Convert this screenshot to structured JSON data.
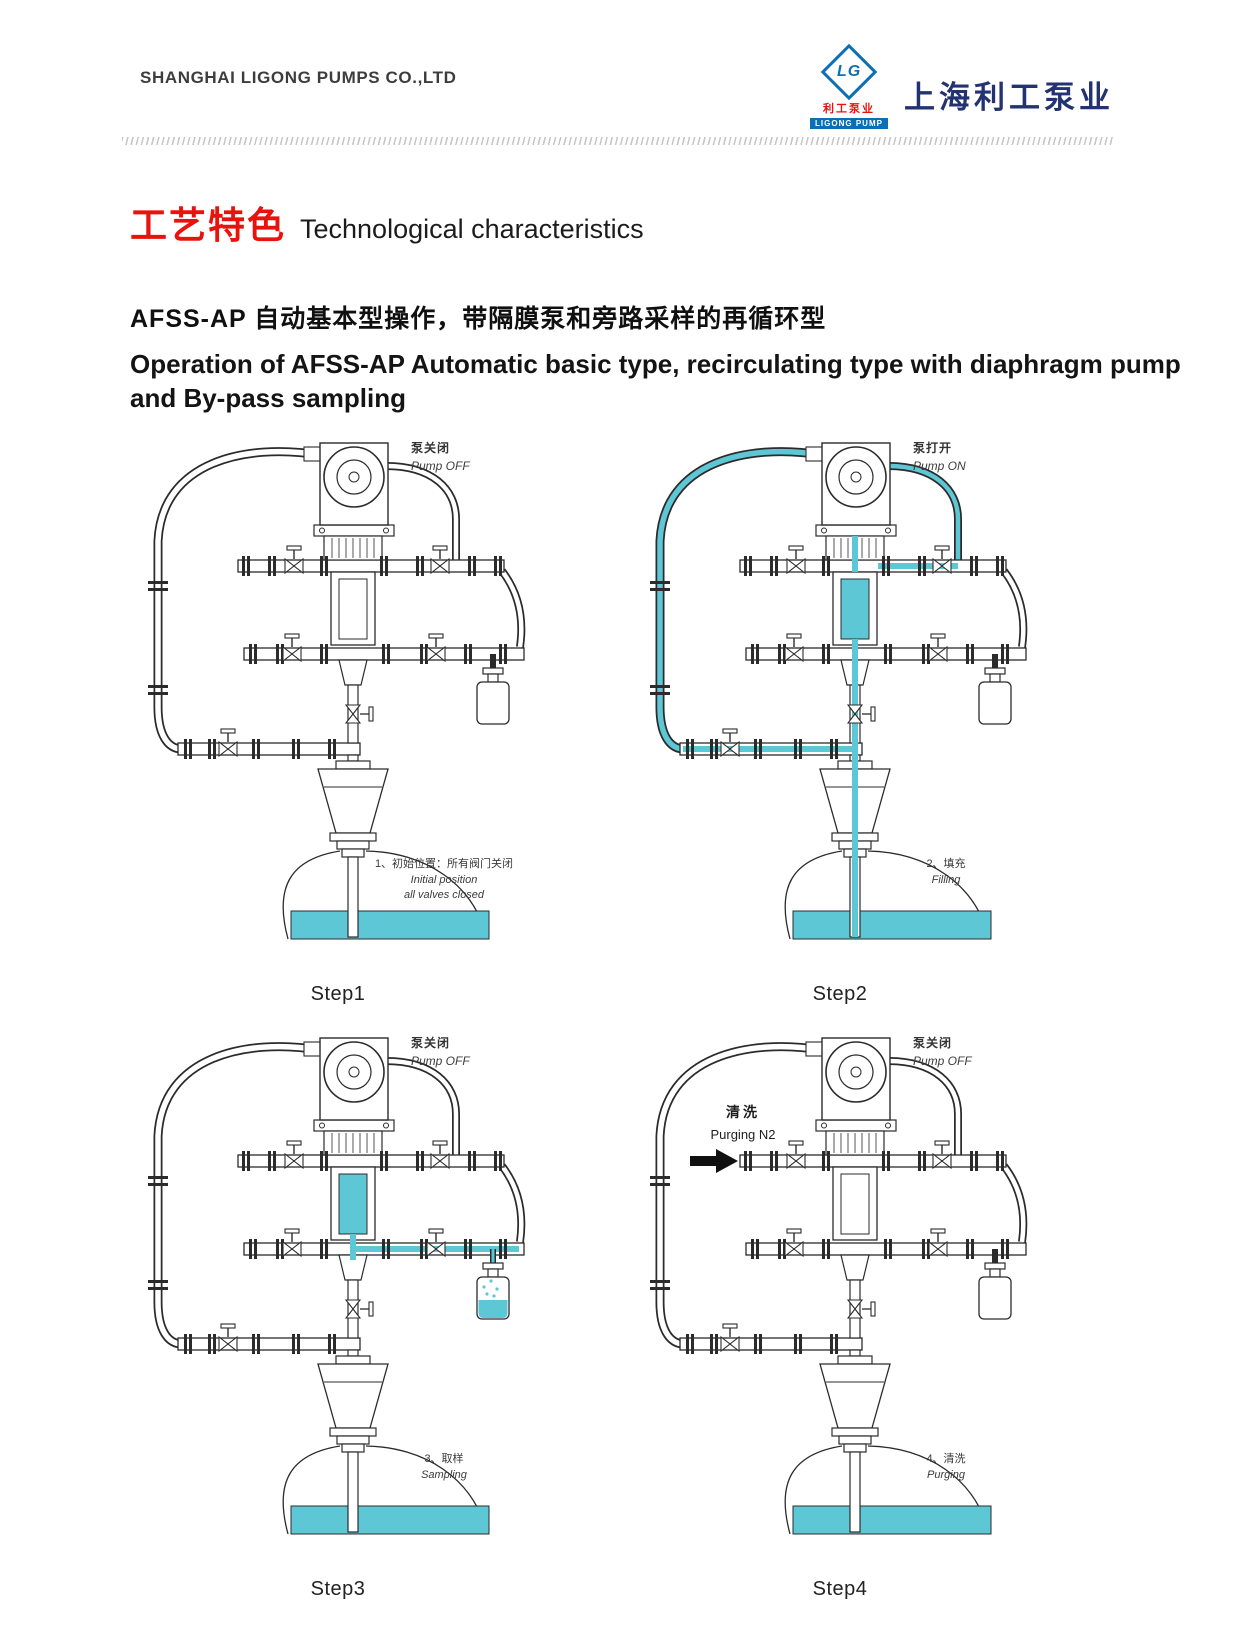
{
  "header": {
    "company_en": "SHANGHAI LIGONG PUMPS CO.,LTD",
    "company_cn": "上海利工泵业",
    "logo": {
      "initials": "LG",
      "sub_cn": "利工泵业",
      "sub_en": "LIGONG PUMP"
    }
  },
  "section_title": {
    "cn": "工艺特色",
    "en": "Technological characteristics"
  },
  "heading": {
    "cn": "AFSS-AP 自动基本型操作，带隔膜泵和旁路采样的再循环型",
    "en_line1": "Operation of AFSS-AP Automatic basic type, recirculating type with diaphragm pump",
    "en_line2": "and By-pass sampling"
  },
  "colors": {
    "accent_red": "#e8130c",
    "brand_blue": "#0a6fb4",
    "navy": "#233371",
    "liquid_cyan": "#5ec7d5",
    "line": "#2b2b2b"
  },
  "steps": [
    {
      "label": "Step1",
      "pump_label_cn": "泵关闭",
      "pump_label_en": "Pump OFF",
      "note_cn": "1、初始位置：所有阀门关闭",
      "note_en": [
        "Initial position",
        "all valves closed"
      ],
      "flow": [],
      "bottle_filled": false,
      "purge_arrow": false
    },
    {
      "label": "Step2",
      "pump_label_cn": "泵打开",
      "pump_label_en": "Pump ON",
      "note_cn": "2、填充",
      "note_en": [
        "Filling"
      ],
      "flow": [
        "left-loop",
        "lower-manifold",
        "column",
        "center-channel",
        "actuator-channel",
        "pump-curve",
        "top-seg"
      ],
      "bottle_filled": false,
      "purge_arrow": false
    },
    {
      "label": "Step3",
      "pump_label_cn": "泵关闭",
      "pump_label_en": "Pump OFF",
      "note_cn": "3、取样",
      "note_en": [
        "Sampling"
      ],
      "flow": [
        "column",
        "manifold2-right",
        "bottle-drop"
      ],
      "bottle_filled": true,
      "purge_arrow": false
    },
    {
      "label": "Step4",
      "pump_label_cn": "泵关闭",
      "pump_label_en": "Pump OFF",
      "purge_cn": "清洗",
      "purge_en": "Purging  N2",
      "note_cn": "4、清洗",
      "note_en": [
        "Purging"
      ],
      "flow": [],
      "bottle_filled": false,
      "purge_arrow": true
    }
  ]
}
